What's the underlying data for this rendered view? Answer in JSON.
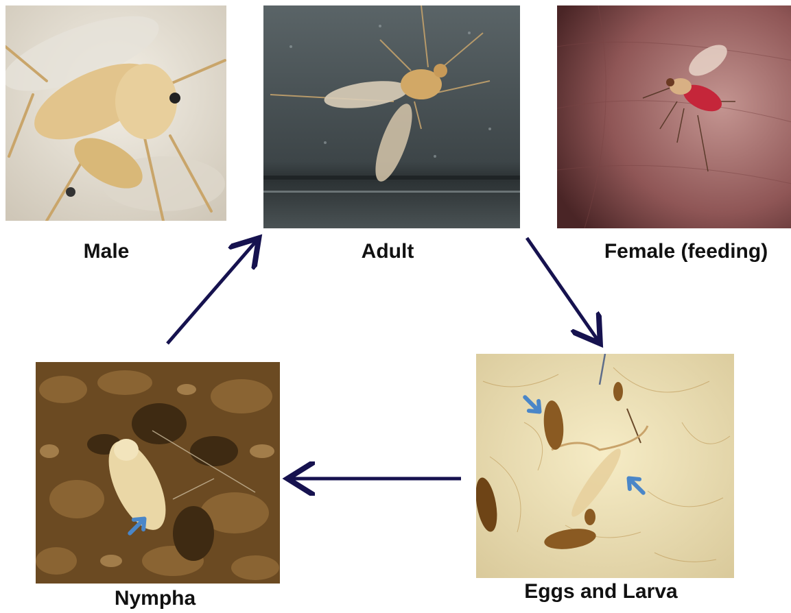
{
  "diagram": {
    "stages": {
      "male": {
        "label": "Male"
      },
      "adult": {
        "label": "Adult"
      },
      "female": {
        "label": "Female  (feeding)"
      },
      "eggs_larva": {
        "label": "Eggs and Larva"
      },
      "nympha": {
        "label": "Nympha"
      }
    },
    "colors": {
      "cycle_arrow": "#16124f",
      "marker_arrow": "#4a86c8",
      "label_text": "#111111"
    },
    "flow": [
      "nympha",
      "adult",
      "eggs_larva",
      "nympha"
    ]
  }
}
